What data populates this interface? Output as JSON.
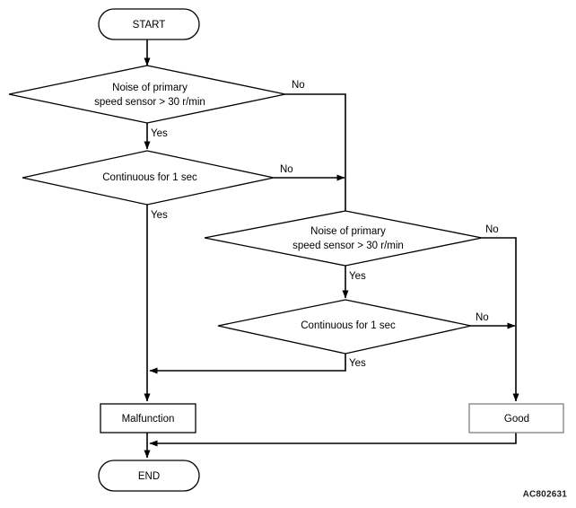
{
  "diagram": {
    "type": "flowchart",
    "reference_code": "AC802631",
    "nodes": [
      {
        "id": "start",
        "kind": "terminator",
        "label": "START"
      },
      {
        "id": "decision1",
        "kind": "decision",
        "label_line1": "Noise of primary",
        "label_line2": "speed sensor > 30 r/min"
      },
      {
        "id": "decision2",
        "kind": "decision",
        "label_line1": "Continuous for 1 sec",
        "label_line2": ""
      },
      {
        "id": "decision3",
        "kind": "decision",
        "label_line1": "Noise of primary",
        "label_line2": "speed sensor > 30 r/min"
      },
      {
        "id": "decision4",
        "kind": "decision",
        "label_line1": "Continuous for 1 sec",
        "label_line2": ""
      },
      {
        "id": "malfunction",
        "kind": "process",
        "label": "Malfunction"
      },
      {
        "id": "good",
        "kind": "process",
        "label": "Good"
      },
      {
        "id": "end",
        "kind": "terminator",
        "label": "END"
      }
    ],
    "branch_labels": {
      "decision1_no": "No",
      "decision1_yes": "Yes",
      "decision2_no": "No",
      "decision2_yes": "Yes",
      "decision3_no": "No",
      "decision3_yes": "Yes",
      "decision4_no": "No",
      "decision4_yes": "Yes"
    },
    "colors": {
      "stroke": "#000000",
      "stroke_light": "#808080",
      "fill": "#ffffff",
      "text": "#000000",
      "code_text": "#231f20"
    }
  }
}
